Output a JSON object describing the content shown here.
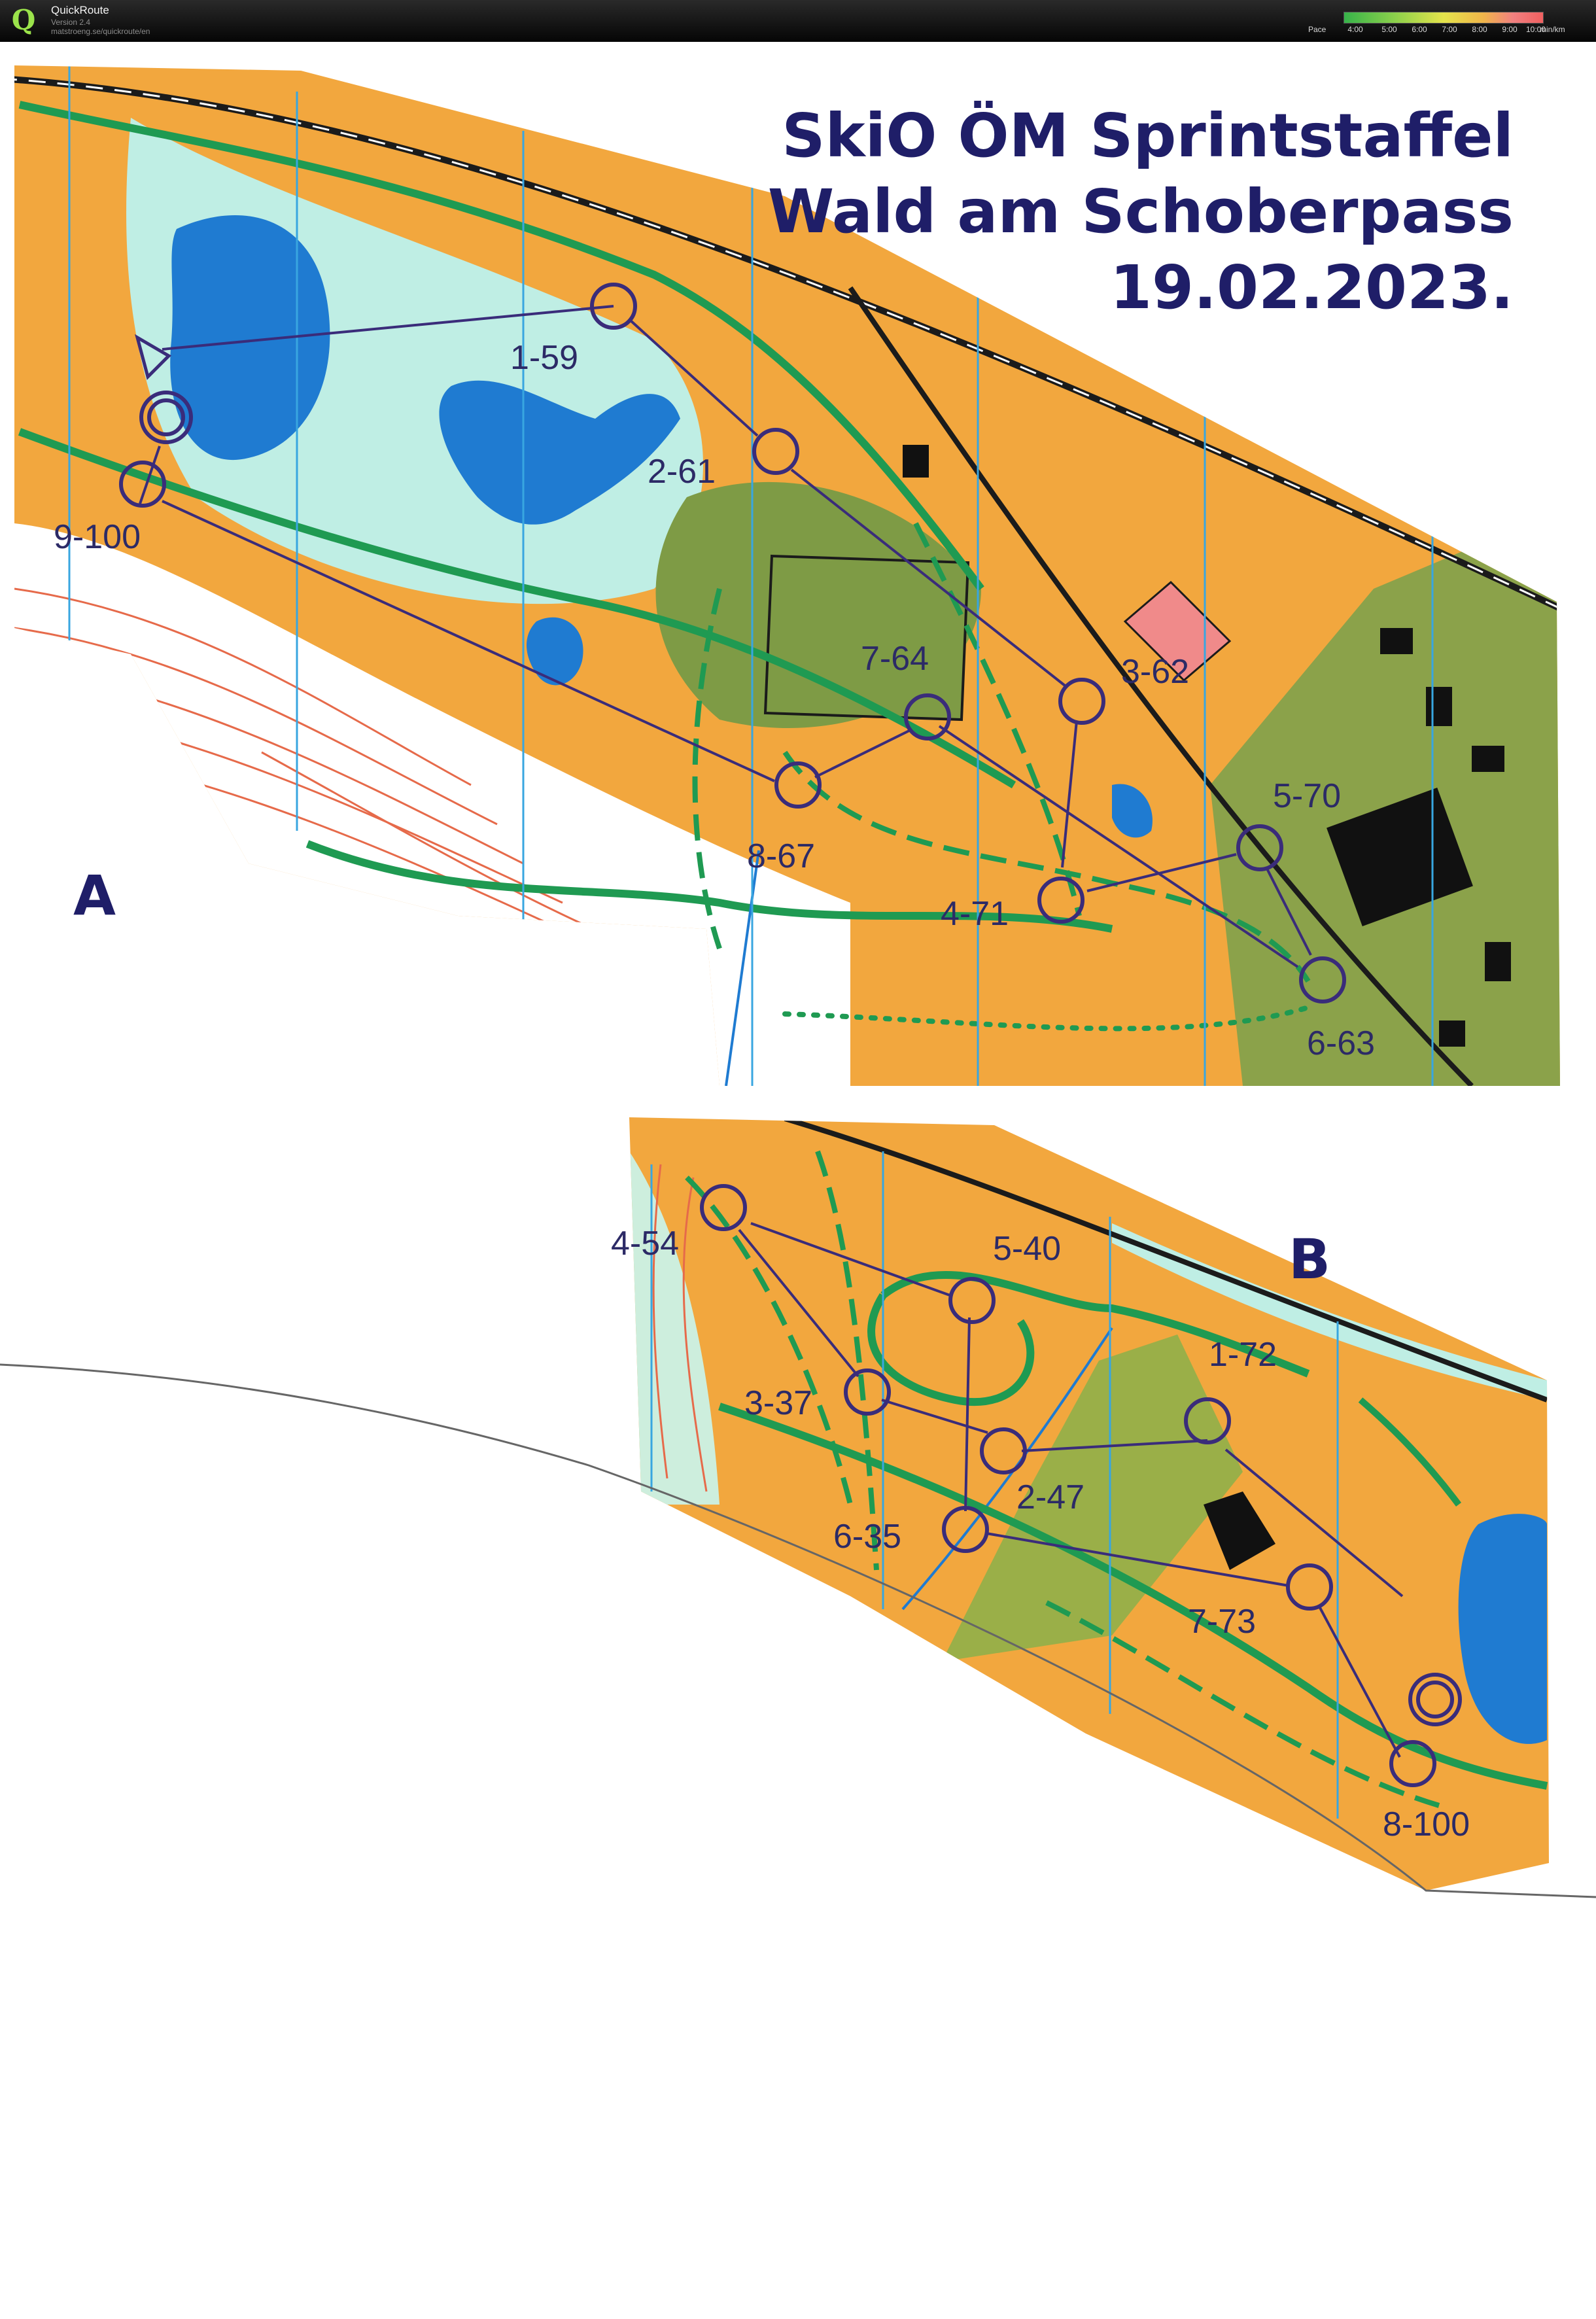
{
  "app": {
    "name": "QuickRoute",
    "version": "Version 2.4",
    "url": "matstroeng.se/quickroute/en"
  },
  "pace_legend": {
    "label": "Pace",
    "unit": "min/km",
    "ticks": [
      "4:00",
      "5:00",
      "6:00",
      "7:00",
      "8:00",
      "9:00",
      "10:00"
    ]
  },
  "map": {
    "title": [
      "SkiO ÖM Sprintstaffel",
      "Wald am Schoberpass",
      "19.02.2023."
    ],
    "parts": [
      "A",
      "B"
    ],
    "course_a": {
      "start": "triangle",
      "controls": [
        "1-59",
        "2-61",
        "3-62",
        "4-71",
        "5-70",
        "6-63",
        "7-64",
        "8-67",
        "9-100"
      ],
      "finish": "double-circle"
    },
    "course_b": {
      "controls": [
        "1-72",
        "2-47",
        "3-37",
        "4-54",
        "5-40",
        "6-35",
        "7-73",
        "8-100"
      ],
      "finish": "double-circle"
    },
    "colors": {
      "course_line": "#3a2c7a",
      "trail": "#1f9a52",
      "water": "#1f7bd1",
      "forest_open": "#f2a33a",
      "title": "#1f1e68"
    }
  }
}
